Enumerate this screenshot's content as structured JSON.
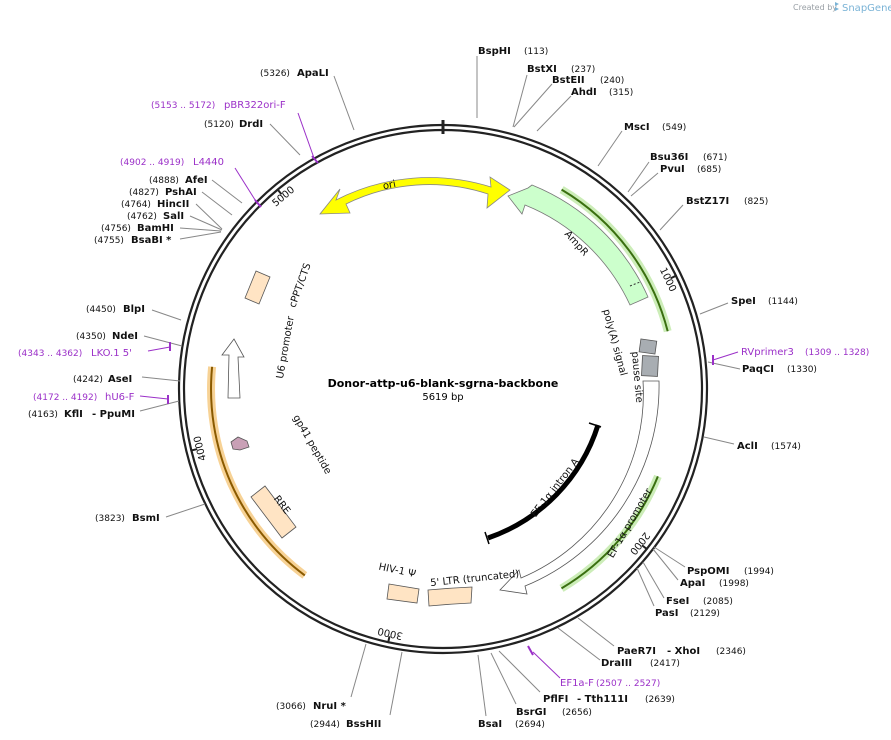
{
  "credit": {
    "prefix": "Created by",
    "brand": "SnapGene"
  },
  "plasmid": {
    "name": "Donor-attp-u6-blank-sgrna-backbone",
    "length_label": "5619 bp",
    "length": 5619
  },
  "ticks": [
    {
      "bp": 1000,
      "label": "1000"
    },
    {
      "bp": 2000,
      "label": "2000"
    },
    {
      "bp": 3000,
      "label": "3000"
    },
    {
      "bp": 4000,
      "label": "4000"
    },
    {
      "bp": 5000,
      "label": "5000"
    }
  ],
  "restriction_sites": [
    {
      "id": "bsphi",
      "name": "BspHI",
      "pos": "(113)",
      "bp": 113
    },
    {
      "id": "bstxi",
      "name": "BstXI",
      "pos": "(237)",
      "bp": 237
    },
    {
      "id": "bsteii",
      "name": "BstEII",
      "pos": "(240)",
      "bp": 240
    },
    {
      "id": "ahdi",
      "name": "AhdI",
      "pos": "(315)",
      "bp": 315
    },
    {
      "id": "msci",
      "name": "MscI",
      "pos": "(549)",
      "bp": 549
    },
    {
      "id": "bsu36i",
      "name": "Bsu36I",
      "pos": "(671)",
      "bp": 671
    },
    {
      "id": "pvui",
      "name": "PvuI",
      "pos": "(685)",
      "bp": 685
    },
    {
      "id": "bstz17i",
      "name": "BstZ17I",
      "pos": "(825)",
      "bp": 825
    },
    {
      "id": "spei",
      "name": "SpeI",
      "pos": "(1144)",
      "bp": 1144
    },
    {
      "id": "paqci",
      "name": "PaqCI",
      "pos": "(1330)",
      "bp": 1330
    },
    {
      "id": "acli",
      "name": "AclI",
      "pos": "(1574)",
      "bp": 1574
    },
    {
      "id": "pspomi",
      "name": "PspOMI",
      "pos": "(1994)",
      "bp": 1994
    },
    {
      "id": "apai",
      "name": "ApaI",
      "pos": "(1998)",
      "bp": 1998
    },
    {
      "id": "fsei",
      "name": "FseI",
      "pos": "(2085)",
      "bp": 2085
    },
    {
      "id": "pasi",
      "name": "PasI",
      "pos": "(2129)",
      "bp": 2129
    },
    {
      "id": "paer7i",
      "name": "PaeR7I",
      "name2": "- XhoI",
      "pos": "(2346)",
      "bp": 2346
    },
    {
      "id": "draiii",
      "name": "DraIII",
      "pos": "(2417)",
      "bp": 2417
    },
    {
      "id": "pflfi",
      "name": "PflFI",
      "name2": "- Tth111I",
      "pos": "(2639)",
      "bp": 2639
    },
    {
      "id": "bsrgi",
      "name": "BsrGI",
      "pos": "(2656)",
      "bp": 2656
    },
    {
      "id": "bsai",
      "name": "BsaI",
      "pos": "(2694)",
      "bp": 2694
    },
    {
      "id": "bsshii",
      "name": "BssHII",
      "pos": "(2944)",
      "bp": 2944
    },
    {
      "id": "nrui",
      "name": "NruI *",
      "pos": "(3066)",
      "bp": 3066
    },
    {
      "id": "bsmi",
      "name": "BsmI",
      "pos": "(3823)",
      "bp": 3823
    },
    {
      "id": "kfli",
      "name": "KflI",
      "name2": "- PpuMI",
      "pos": "(4163)",
      "bp": 4163
    },
    {
      "id": "asei",
      "name": "AseI",
      "pos": "(4242)",
      "bp": 4242
    },
    {
      "id": "ndei",
      "name": "NdeI",
      "pos": "(4350)",
      "bp": 4350
    },
    {
      "id": "blpi",
      "name": "BlpI",
      "pos": "(4450)",
      "bp": 4450
    },
    {
      "id": "bsabi",
      "name": "BsaBI *",
      "pos": "(4755)",
      "bp": 4755
    },
    {
      "id": "bamhi",
      "name": "BamHI",
      "pos": "(4756)",
      "bp": 4756
    },
    {
      "id": "sali",
      "name": "SalI",
      "pos": "(4762)",
      "bp": 4762
    },
    {
      "id": "hincii",
      "name": "HincII",
      "pos": "(4764)",
      "bp": 4764
    },
    {
      "id": "pshai",
      "name": "PshAI",
      "pos": "(4827)",
      "bp": 4827
    },
    {
      "id": "afei",
      "name": "AfeI",
      "pos": "(4888)",
      "bp": 4888
    },
    {
      "id": "drdi",
      "name": "DrdI",
      "pos": "(5120)",
      "bp": 5120
    },
    {
      "id": "apali",
      "name": "ApaLI",
      "pos": "(5326)",
      "bp": 5326
    }
  ],
  "primers": [
    {
      "id": "rvprimer3",
      "name": "RVprimer3",
      "range": "(1309 .. 1328)",
      "bp": 1318
    },
    {
      "id": "ef1a-f",
      "name": "EF1a-F",
      "range": "(2507 .. 2527)",
      "bp": 2517
    },
    {
      "id": "hu6-f",
      "name": "hU6-F",
      "range": "(4172 .. 4192)",
      "bp": 4182
    },
    {
      "id": "lko1-5",
      "name": "LKO.1 5'",
      "range": "(4343 .. 4362)",
      "bp": 4352
    },
    {
      "id": "l4440",
      "name": "L4440",
      "range": "(4902 .. 4919)",
      "bp": 4910
    },
    {
      "id": "pbr322ori-f",
      "name": "pBR322ori-F",
      "range": "(5153 .. 5172)",
      "bp": 5162
    }
  ],
  "features": [
    {
      "id": "ori",
      "label": "ori",
      "color": "#ffff00"
    },
    {
      "id": "ampr",
      "label": "AmpR",
      "color": "#ccffcc"
    },
    {
      "id": "polya",
      "label": "poly(A) signal",
      "color": "#a8adb2"
    },
    {
      "id": "pause-site",
      "label": "pause site",
      "color": "#a8adb2"
    },
    {
      "id": "ef1a-intron",
      "label": "EF-1α intron A",
      "color": "#000000"
    },
    {
      "id": "ef1a-promoter",
      "label": "EF-1α promoter",
      "color": "#ffffff"
    },
    {
      "id": "ltr",
      "label": "5' LTR (truncated)",
      "color": "#ffe4c4"
    },
    {
      "id": "hiv-psi",
      "label": "HIV-1 Ψ",
      "color": "#ffe4c4"
    },
    {
      "id": "rre",
      "label": "RRE",
      "color": "#ffe4c4"
    },
    {
      "id": "gp41",
      "label": "gp41 peptide",
      "color": "#c9a0b6"
    },
    {
      "id": "u6",
      "label": "U6 promoter",
      "color": "#ffffff"
    },
    {
      "id": "cppt",
      "label": "cPPT/CTS",
      "color": "#ffe4c4"
    }
  ],
  "colors": {
    "primer": "#9b30c8",
    "backbone": "#222222",
    "green_highlight": "#b6e59a",
    "orange_highlight": "#f5c77a"
  }
}
